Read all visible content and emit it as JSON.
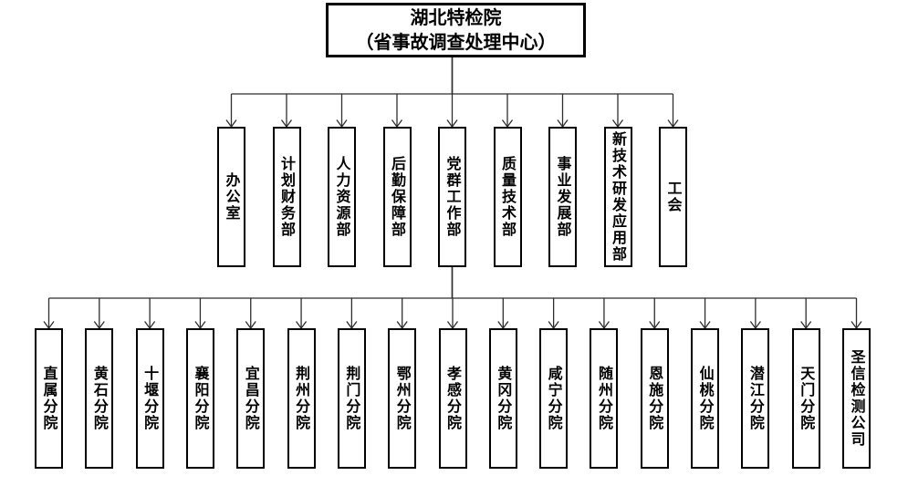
{
  "org_chart": {
    "root": {
      "line1": "湖北特检院",
      "line2": "（省事故调查处理中心）"
    },
    "departments": [
      "办公室",
      "计划财务部",
      "人力资源部",
      "后勤保障部",
      "党群工作部",
      "质量技术部",
      "事业发展部",
      "新技术研发应用部",
      "工会"
    ],
    "branches": [
      "直属分院",
      "黄石分院",
      "十堰分院",
      "襄阳分院",
      "宜昌分院",
      "荆州分院",
      "荆门分院",
      "鄂州分院",
      "孝感分院",
      "黄冈分院",
      "咸宁分院",
      "随州分院",
      "恩施分院",
      "仙桃分院",
      "潜江分院",
      "天门分院",
      "圣信检测公司"
    ],
    "branches_connect_from": "党群工作部",
    "colors": {
      "line": "#2e2e2e",
      "border": "#000000",
      "background": "#ffffff",
      "text": "#000000"
    }
  }
}
